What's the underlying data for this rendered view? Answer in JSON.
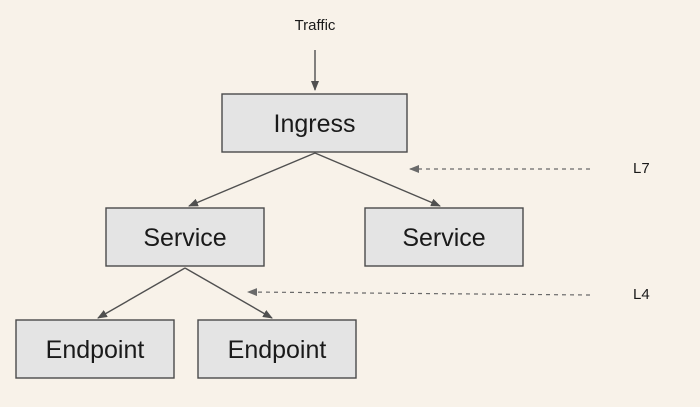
{
  "diagram": {
    "input_label": "Traffic",
    "nodes": {
      "ingress": "Ingress",
      "service_left": "Service",
      "service_right": "Service",
      "endpoint_left": "Endpoint",
      "endpoint_right": "Endpoint"
    },
    "layers": {
      "l7": "L7",
      "l4": "L4"
    },
    "colors": {
      "background": "#f8f2e9",
      "box_fill": "#e4e4e4",
      "box_border": "#4a4a4a",
      "arrow": "#505050",
      "dashed_arrow": "#6a6a6a"
    }
  }
}
